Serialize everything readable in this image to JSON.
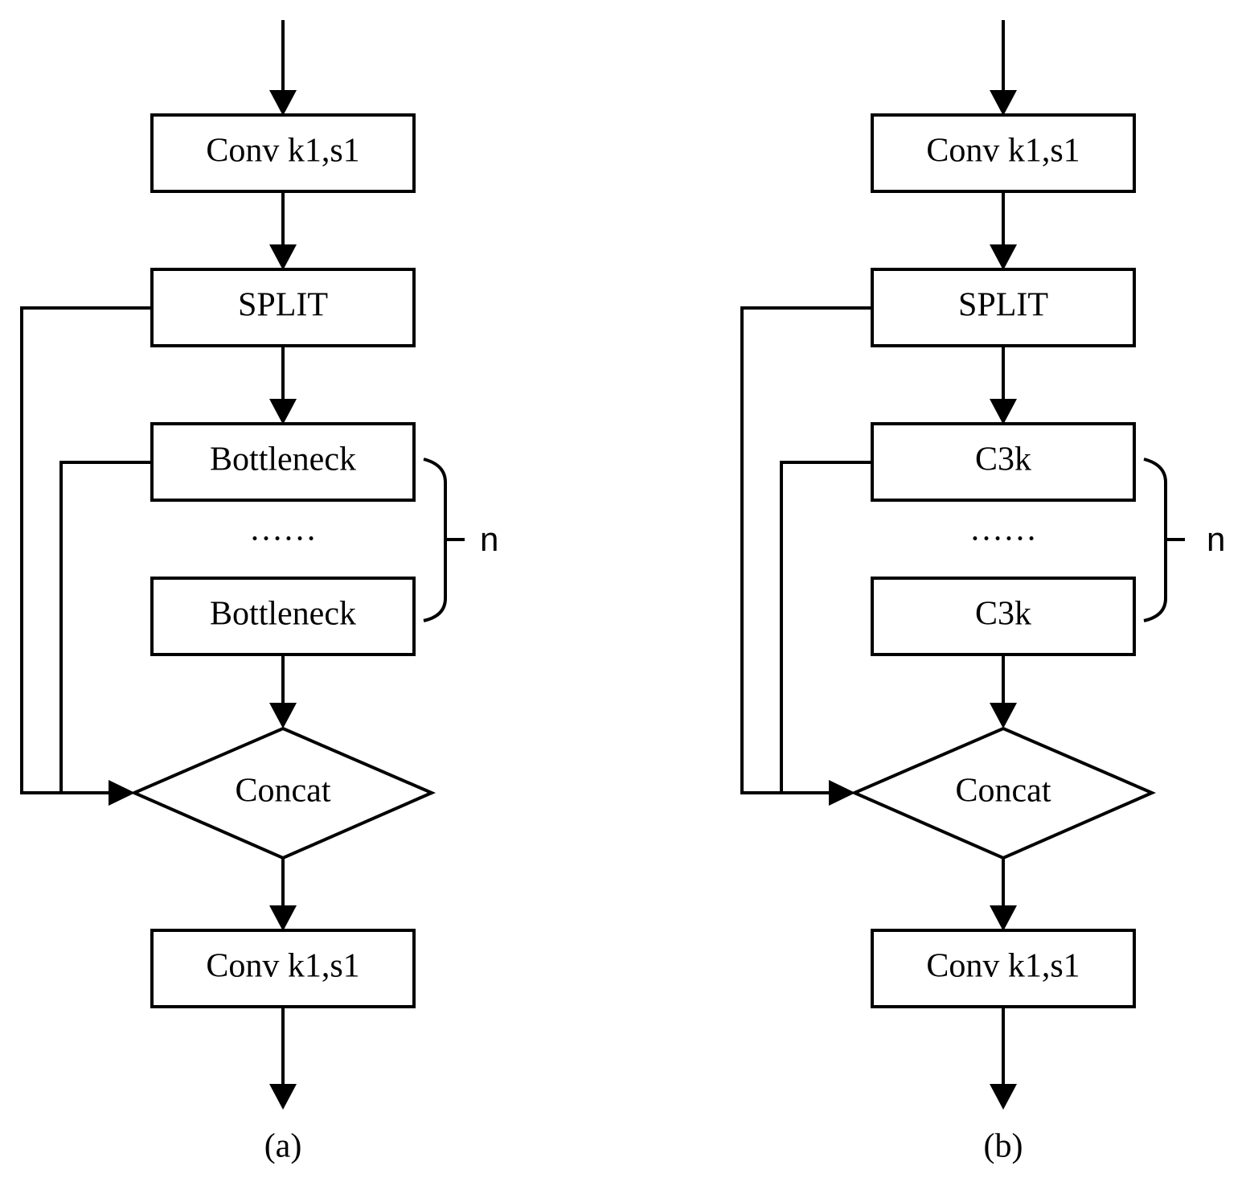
{
  "panels": [
    {
      "caption": "(a)",
      "conv_top": "Conv k1,s1",
      "split": "SPLIT",
      "block_top": "Bottleneck",
      "ellipsis": "……",
      "block_bottom": "Bottleneck",
      "repeat_label": "n",
      "concat": "Concat",
      "conv_bottom": "Conv k1,s1"
    },
    {
      "caption": "(b)",
      "conv_top": "Conv k1,s1",
      "split": "SPLIT",
      "block_top": "C3k",
      "ellipsis": "……",
      "block_bottom": "C3k",
      "repeat_label": "n",
      "concat": "Concat",
      "conv_bottom": "Conv k1,s1"
    }
  ]
}
